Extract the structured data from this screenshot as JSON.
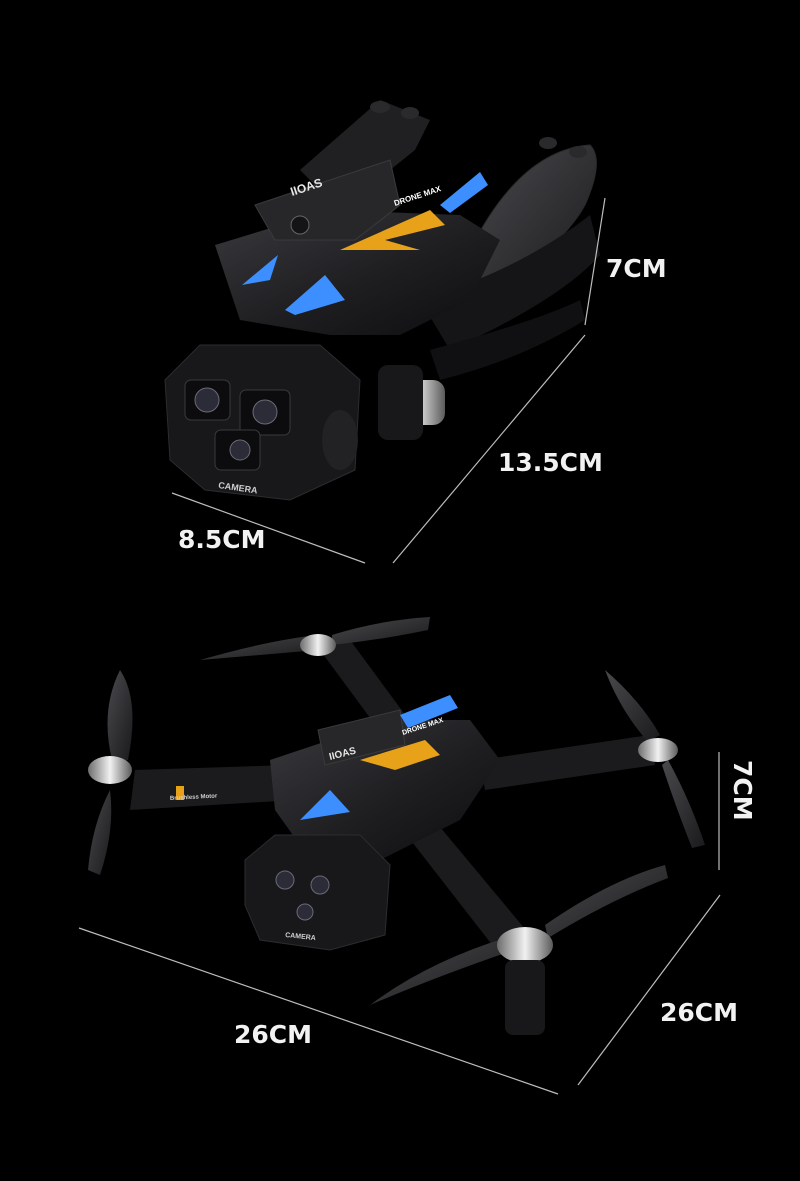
{
  "folded_view": {
    "dimensions": {
      "height": "7CM",
      "length": "13.5CM",
      "width": "8.5CM"
    },
    "drone_markings": {
      "camera_text": "CAMERA",
      "model_text": "IIOAS",
      "brand_text": "DRONE MAX"
    }
  },
  "unfolded_view": {
    "dimensions": {
      "height": "7CM",
      "width": "26CM",
      "length": "26CM"
    },
    "drone_markings": {
      "arm_text": "Brushless Motor",
      "camera_text": "CAMERA",
      "model_text": "IIOAS",
      "brand_text": "DRONE MAX"
    }
  },
  "colors": {
    "background": "#000000",
    "drone_body": "#1c1c1e",
    "led_blue": "#2f86ff",
    "accent_yellow": "#e8a21a",
    "label_text": "#f2f2f2",
    "dimension_line": "#bdbdbd"
  }
}
